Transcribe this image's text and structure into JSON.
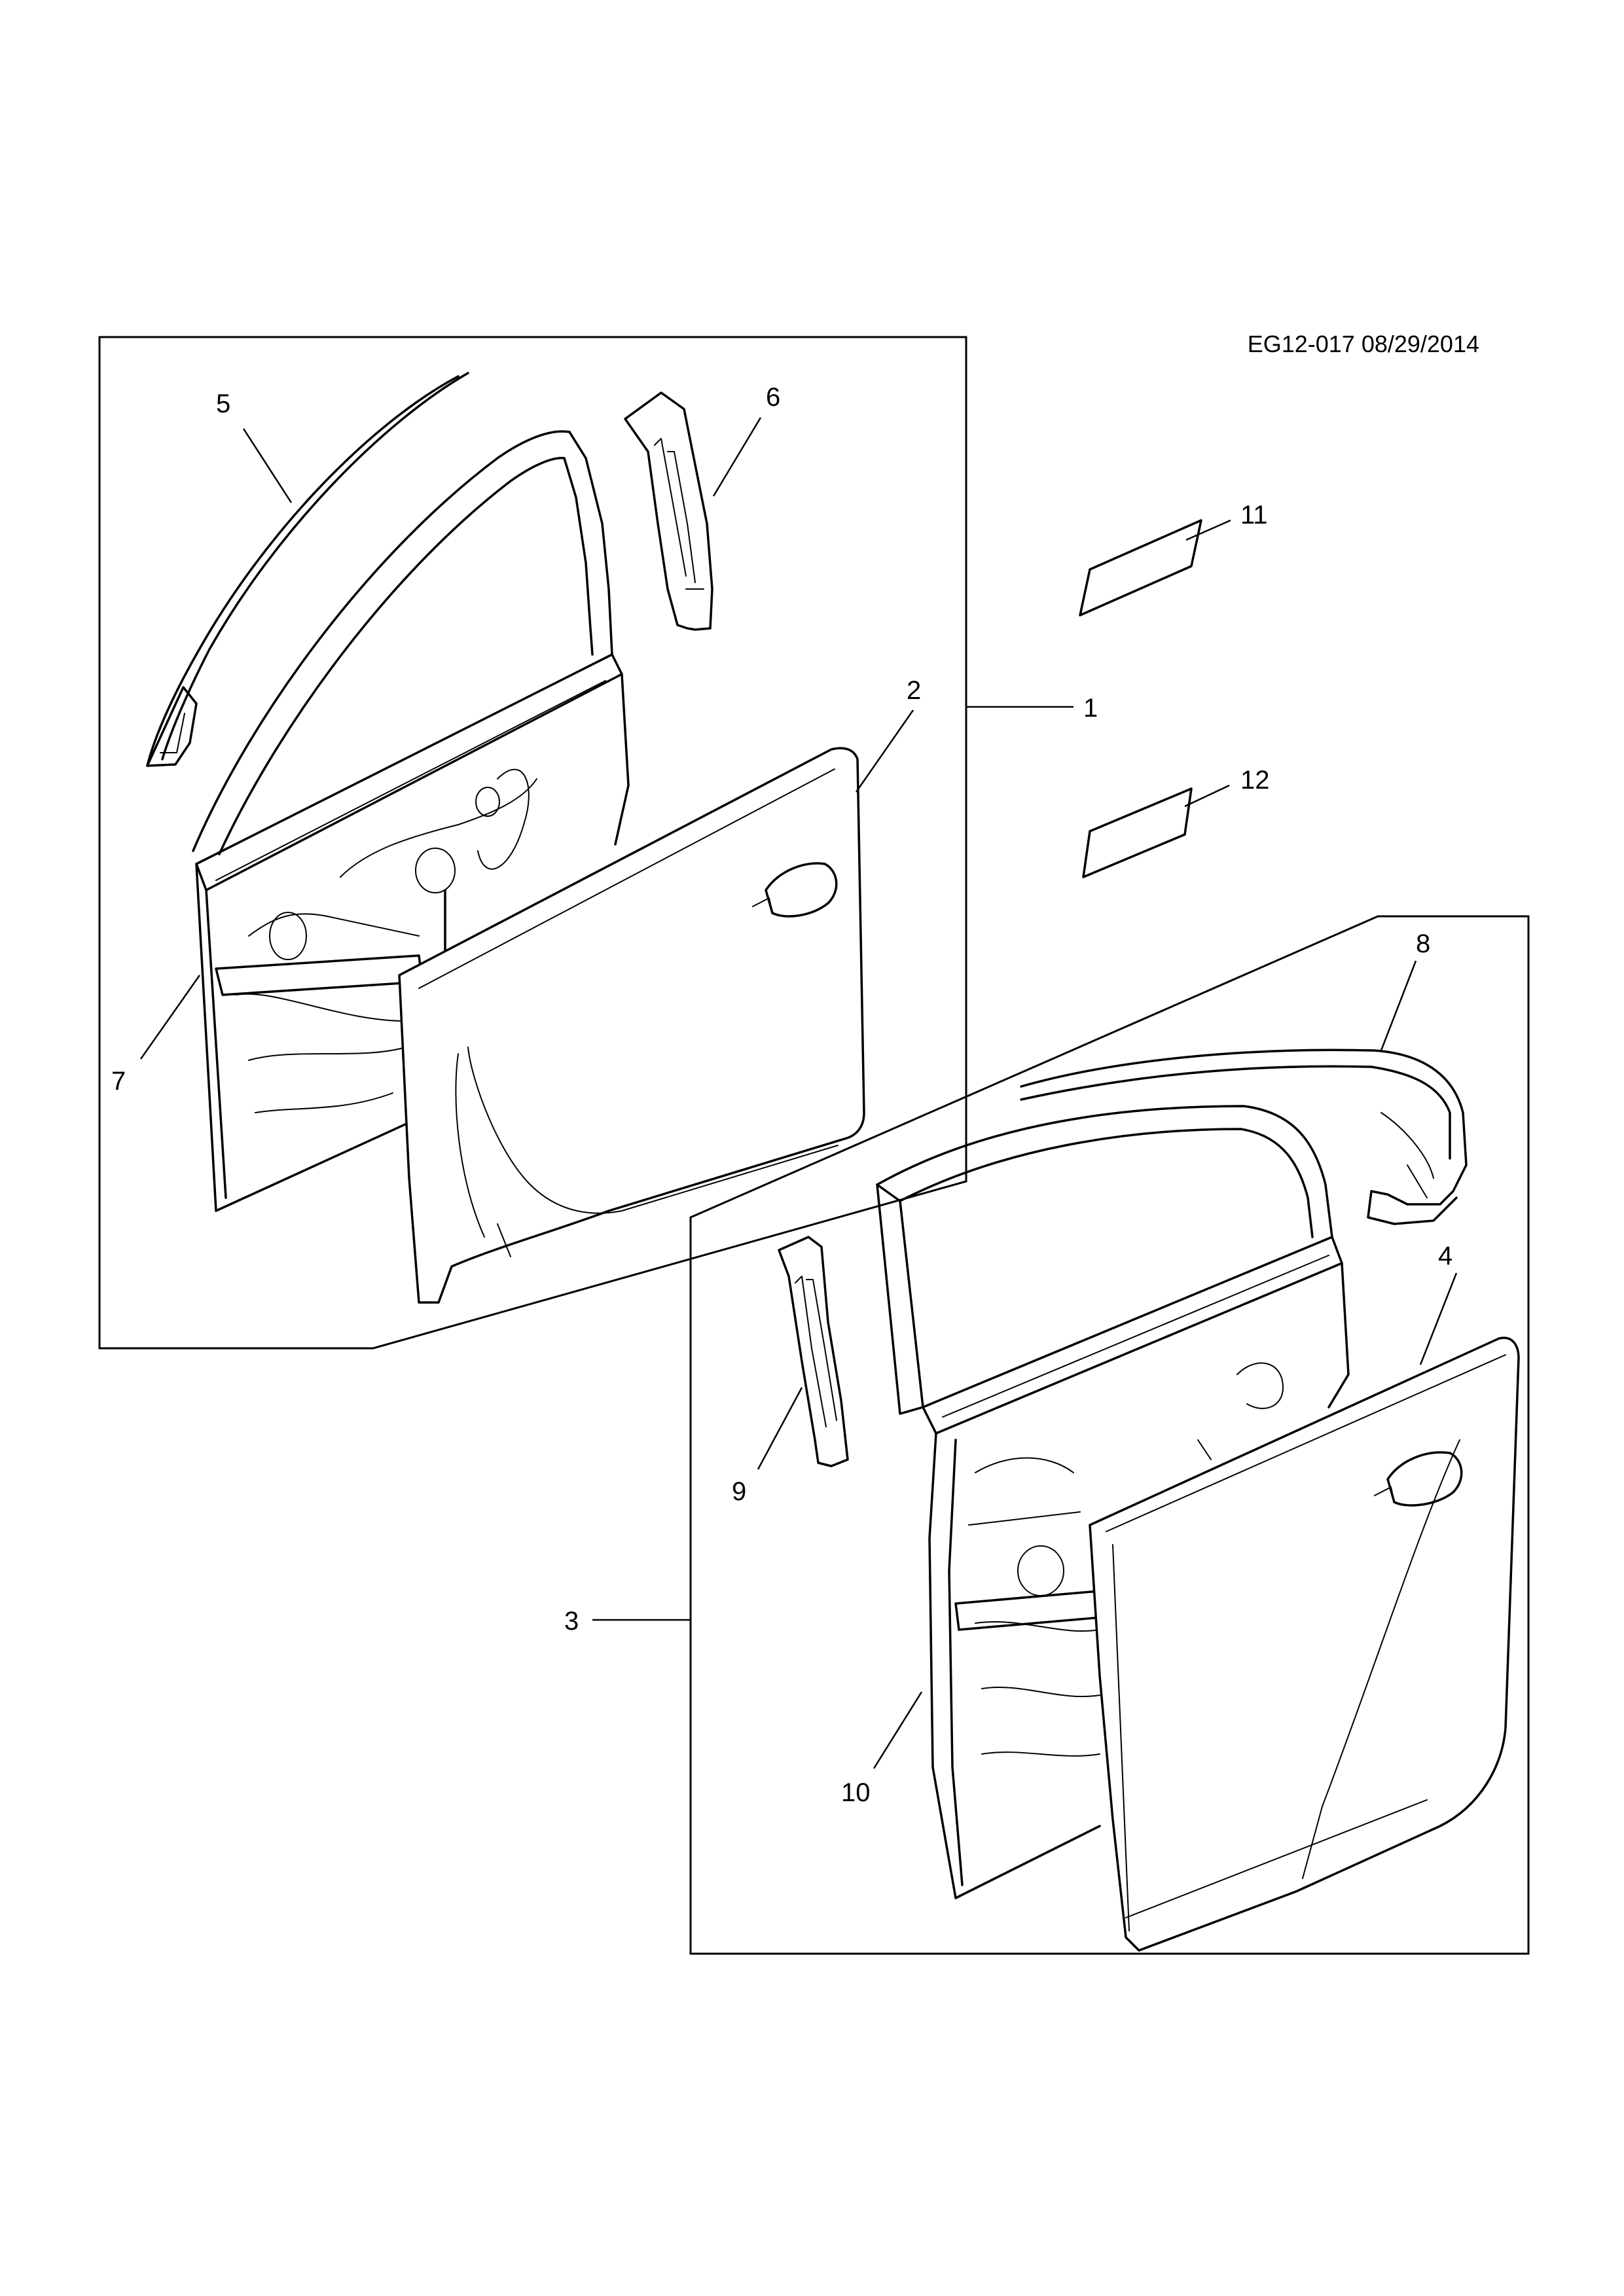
{
  "diagram": {
    "reference": "EG12-017 08/29/2014",
    "callouts": [
      {
        "id": "1",
        "label": "1"
      },
      {
        "id": "2",
        "label": "2"
      },
      {
        "id": "3",
        "label": "3"
      },
      {
        "id": "4",
        "label": "4"
      },
      {
        "id": "5",
        "label": "5"
      },
      {
        "id": "6",
        "label": "6"
      },
      {
        "id": "7",
        "label": "7"
      },
      {
        "id": "8",
        "label": "8"
      },
      {
        "id": "9",
        "label": "9"
      },
      {
        "id": "10",
        "label": "10"
      },
      {
        "id": "11",
        "label": "11"
      },
      {
        "id": "12",
        "label": "12"
      }
    ]
  }
}
